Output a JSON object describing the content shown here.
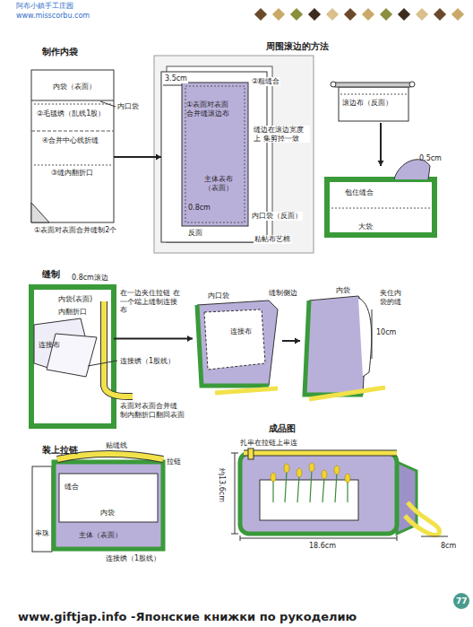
{
  "diagram": {
    "nodes": [
      {
        "text": [
          "内袋（表面）",
          "②毛毯绣（乱线1股）",
          "④合并中心线折缝",
          "③缝内翻折口"
        ]
      },
      {
        "text": [
          "①表面对表面合并缝滚边布",
          "主体表布（表面）",
          "反面"
        ]
      },
      {
        "text": [
          "滚边布（反面）"
        ]
      },
      {
        "text": [
          "包住缝合",
          "大袋"
        ]
      },
      {
        "text": [
          "内袋(表面)",
          "内翻折口",
          "连接布"
        ]
      },
      {
        "text": [
          "内口袋",
          "连接布"
        ]
      },
      {
        "text": [
          "内袋"
        ]
      }
    ],
    "edges": [
      {
        "from": 0,
        "to": 1,
        "arrow": "to"
      },
      {
        "from": 2,
        "to": 3,
        "arrow": "to"
      },
      {
        "from": 4,
        "to": 5,
        "arrow": "to"
      },
      {
        "from": 5,
        "to": 6,
        "arrow": "to"
      }
    ],
    "labels": [
      "阿布小鎮手工庄园",
      "www.misscorbu.com",
      "制作内袋",
      "内口袋",
      "①表面对表面合并缝制2个",
      "周围滚边的方法",
      "3.5cm",
      "②粗缝合",
      "缝边在滚边宽度上 集剪掉一致",
      "0.8cm",
      "内口袋（反面）",
      "粘帖布艺棉",
      "0.5cm",
      "缝制",
      "0.8cm滚边",
      "在一边夹住拉链 在一个端上缝制连接布",
      "连接绣（1股线）",
      "表面对表面合并缝 制内翻折口翻回表面",
      "缝制侧边",
      "10cm",
      "夹住内袋的缝",
      "装上拉链",
      "贴缝线",
      "拉链",
      "缝合",
      "内袋",
      "串珠",
      "主体（表面）",
      "连接绣（1股线）",
      "成品图",
      "扎串在拉链上串连",
      "约13.6cm",
      "18.6cm",
      "8cm",
      "77",
      "www.giftjap.info -Японские книжки по рукоделию"
    ]
  }
}
